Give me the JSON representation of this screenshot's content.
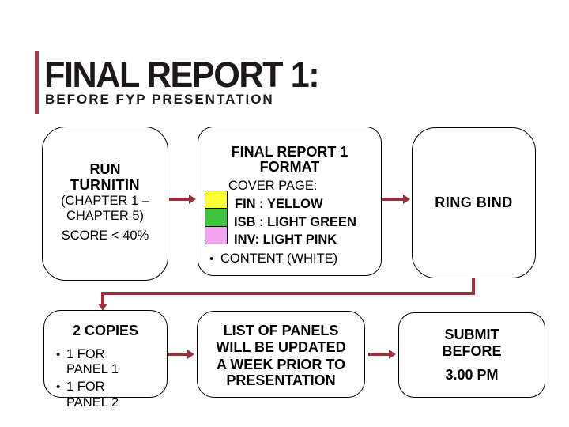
{
  "slide": {
    "title": "FINAL REPORT 1:",
    "subtitle": "BEFORE FYP PRESENTATION"
  },
  "colors": {
    "accent_bar": "#a23c50",
    "connector": "#97303c",
    "swatch_yellow": "#ffff3a",
    "swatch_green": "#3fc43f",
    "swatch_pink": "#f3a3f1",
    "box_border": "#000000",
    "text_dark": "#1d191a"
  },
  "flowchart": {
    "bullet_char": "•",
    "run_turnitin": {
      "l1": "RUN",
      "l2": "TURNITIN",
      "l3": "(CHAPTER 1 –",
      "l4": "CHAPTER 5)",
      "l5": "SCORE < 40%"
    },
    "report_format": {
      "h1": "FINAL REPORT 1",
      "h2": "FORMAT",
      "item1": "COVER PAGE:",
      "sub1": "FIN : YELLOW",
      "sub2": "ISB : LIGHT GREEN",
      "sub3": "INV: LIGHT PINK",
      "item2": "CONTENT (WHITE)",
      "swatches": [
        "yellow",
        "light green",
        "light pink"
      ]
    },
    "ring_bind": {
      "label": "RING BIND"
    },
    "copies": {
      "h": "2 COPIES",
      "b1a": "1 FOR",
      "b1b": "PANEL 1",
      "b2a": "1 FOR",
      "b2b": "PANEL 2"
    },
    "panel_list": {
      "l1": "LIST OF PANELS",
      "l2": "WILL BE UPDATED",
      "l3": "A WEEK PRIOR TO",
      "l4": "PRESENTATION"
    },
    "submit": {
      "l1": "SUBMIT",
      "l2": "BEFORE",
      "l3": "3.00 PM"
    }
  }
}
